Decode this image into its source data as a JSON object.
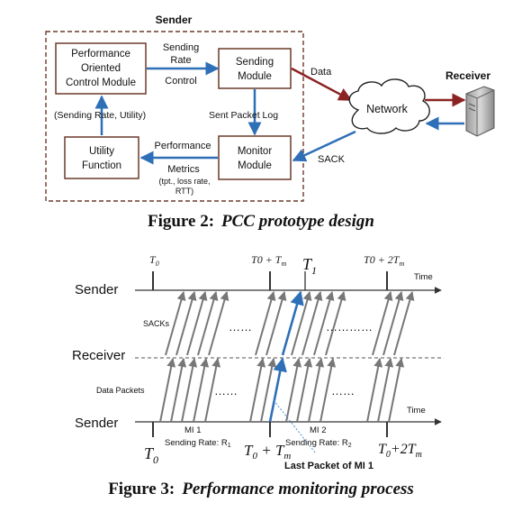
{
  "figure2": {
    "sender_title": "Sender",
    "receiver_title": "Receiver",
    "box_perf": [
      "Performance",
      "Oriented",
      "Control Module"
    ],
    "box_sending": [
      "Sending",
      "Module"
    ],
    "box_utility": [
      "Utility",
      "Function"
    ],
    "box_monitor": [
      "Monitor",
      "Module"
    ],
    "network_label": "Network",
    "label_sending_rate": [
      "Sending",
      "Rate"
    ],
    "label_control": "Control",
    "label_sending_rate_utility": "(Sending Rate, Utility)",
    "label_sent_packet_log": "Sent Packet Log",
    "label_performance": "Performance",
    "label_metrics": "Metrics",
    "label_metrics_detail": [
      "(tpt., loss rate,",
      "RTT)"
    ],
    "label_data": "Data",
    "label_sack": "SACK",
    "caption_prefix": "Figure 2:",
    "caption_title": "PCC prototype design"
  },
  "figure3": {
    "row_sender_top": "Sender",
    "row_receiver": "Receiver",
    "row_sender_bottom": "Sender",
    "label_sacks": "SACKs",
    "label_data_packets": "Data Packets",
    "label_time_top": "Time",
    "label_time_bottom": "Time",
    "top_T0": "T",
    "top_T0_sub": "0",
    "top_T0Tm": "T",
    "top_T0Tm_rest": "0 + T",
    "top_T0Tm_sub": "m",
    "top_T1": "T",
    "top_T1_sub": "1",
    "top_T02Tm": "T",
    "top_T02Tm_rest": "0 + 2T",
    "top_T02Tm_sub": "m",
    "mi1": "MI 1",
    "mi2": "MI 2",
    "rate1_label": "Sending Rate: R",
    "rate1_sub": "1",
    "rate2_label": "Sending Rate: R",
    "rate2_sub": "2",
    "bot_T0": "T",
    "bot_T0_sub": "0",
    "bot_T0Tm": "T",
    "bot_T0Tm_sub": "m",
    "bot_T02Tm": "T",
    "bot_T02Tm_sub": "m",
    "last_packet": "Last Packet of MI 1",
    "ellipsis_long": "…………",
    "ellipsis_short": "……",
    "caption_prefix": "Figure 3:",
    "caption_title": "Performance monitoring process"
  },
  "colors": {
    "box_border": "#6b3a2a",
    "arrow_blue": "#2e6fb7",
    "arrow_red": "#8b2323",
    "text": "#111111",
    "gray_arrow": "#777777"
  }
}
